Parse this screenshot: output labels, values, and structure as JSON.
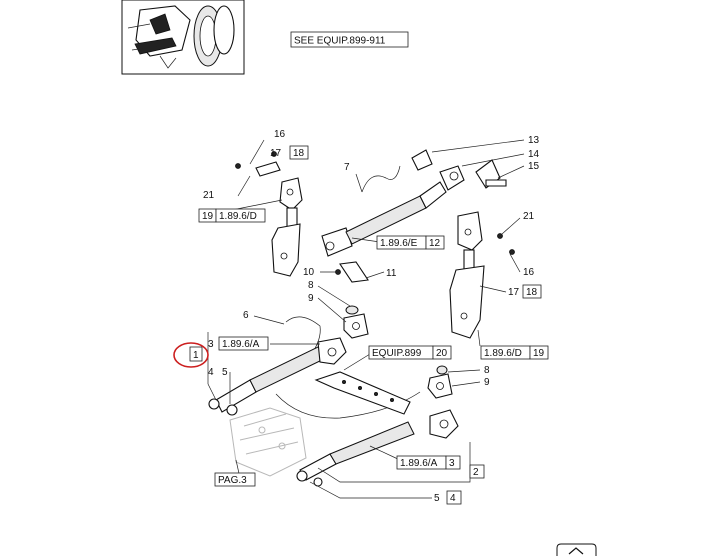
{
  "header": {
    "see_equip": "SEE EQUIP.899-911"
  },
  "callouts": {
    "c16": "16",
    "c17a": "17",
    "c18a": "18",
    "c21a": "21",
    "c19a": "19",
    "ref_1896d_a": "1.89.6/D",
    "c7": "7",
    "c13": "13",
    "c14": "14",
    "c15": "15",
    "ref_1896e": "1.89.6/E",
    "c12": "12",
    "c21b": "21",
    "c16b": "16",
    "c17b": "17",
    "c18b": "18",
    "c10": "10",
    "c11": "11",
    "c8a": "8",
    "c9a": "9",
    "c6": "6",
    "c3a": "3",
    "ref_1896a_a": "1.89.6/A",
    "c1": "1",
    "c4a": "4",
    "c5a": "5",
    "ref_equip899": "EQUIP.899",
    "c20": "20",
    "ref_1896d_b": "1.89.6/D",
    "c19b": "19",
    "c8b": "8",
    "c9b": "9",
    "ref_1896a_b": "1.89.6/A",
    "c3b": "3",
    "c2": "2",
    "ref_pag3": "PAG.3",
    "c5b": "5",
    "c4b": "4"
  },
  "colors": {
    "highlight": "#cc1f1f",
    "ink": "#111111",
    "ghost": "#b8b8b8"
  },
  "icons": {
    "thumbnail": "tractor-rear-thumbnail-icon",
    "nav": "up-chevron-icon"
  }
}
